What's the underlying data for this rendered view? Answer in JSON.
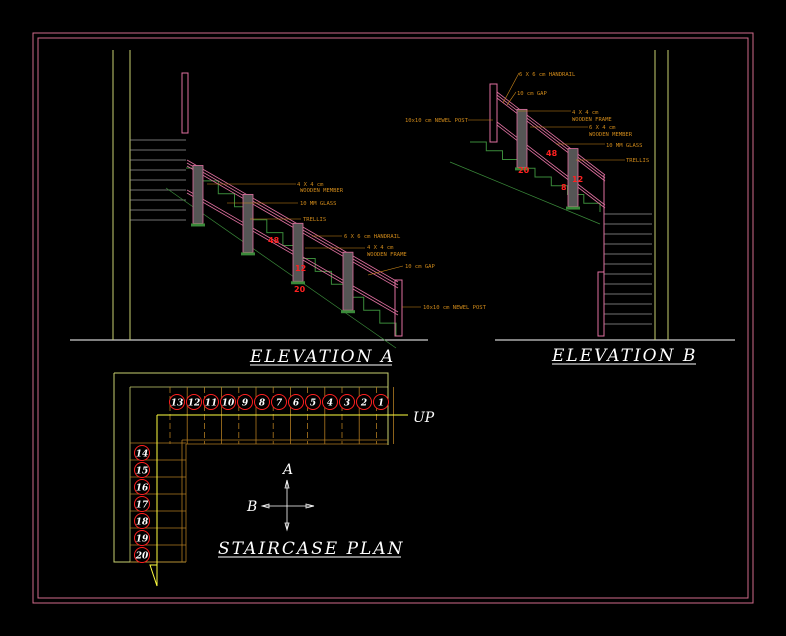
{
  "elevation_a": {
    "title": "ELEVATION A",
    "labels": {
      "member_size": "4 X 4 cm",
      "member": "WOODEN MEMBER",
      "glass": "10 MM GLASS",
      "trellis": "TRELLIS",
      "handrail": "6 X 6 cm HANDRAIL",
      "frame_size": "4 X 4 cm",
      "frame": "WOODEN FRAME",
      "gap": "10 cm GAP",
      "newel": "10x10 cm NEWEL POST"
    },
    "dims": [
      "48",
      "12",
      "20"
    ]
  },
  "elevation_b": {
    "title": "ELEVATION B",
    "labels": {
      "handrail": "6 X 6 cm HANDRAIL",
      "gap": "10 cm GAP",
      "newel": "10x10 cm NEWEL POST",
      "frame_size": "4 X 4 cm",
      "frame": "WOODEN FRAME",
      "member_size": "6 X 4 cm",
      "member": "WOODEN MEMBER",
      "glass": "10 MM GLASS",
      "trellis": "TRELLIS"
    },
    "dims": [
      "48",
      "12",
      "20",
      "8"
    ]
  },
  "plan": {
    "title": "STAIRCASE PLAN",
    "up_label": "UP",
    "north_label": "A",
    "west_label": "B",
    "steps_top": [
      "13",
      "12",
      "11",
      "10",
      "9",
      "8",
      "7",
      "6",
      "5",
      "4",
      "3",
      "2",
      "1"
    ],
    "steps_left": [
      "14",
      "15",
      "16",
      "17",
      "18",
      "19",
      "20"
    ]
  },
  "colors": {
    "border": "#d06a8a",
    "wall": "#c8d070",
    "stair": "#3a8a3a",
    "rail": "#e070a0",
    "text": "#d08a1a",
    "dim": "#ff2020"
  }
}
